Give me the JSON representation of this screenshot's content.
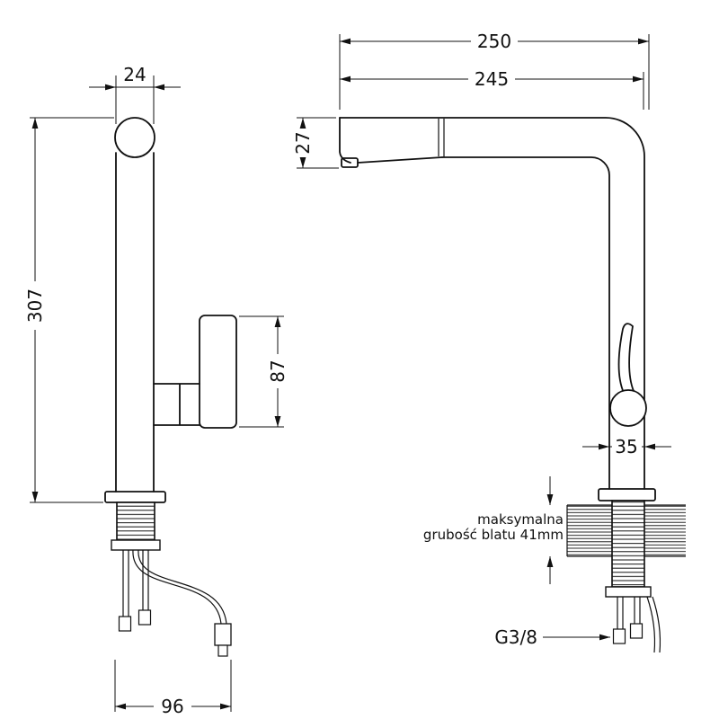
{
  "drawing": {
    "type": "technical-dimension-drawing",
    "subject": "kitchen faucet, side view and front view",
    "units_implied": "mm",
    "left_view": {
      "dim_top_width": "24",
      "dim_height": "307",
      "dim_handle_height": "87",
      "dim_base_width": "96"
    },
    "right_view": {
      "dim_overall_width": "250",
      "dim_inner_width": "245",
      "dim_spout_height": "27",
      "dim_body_width": "35",
      "note_line1": "maksymalna",
      "note_line2": "grubość blatu 41mm",
      "thread_label": "G3/8"
    },
    "colors": {
      "line": "#111111",
      "background": "#ffffff"
    }
  }
}
